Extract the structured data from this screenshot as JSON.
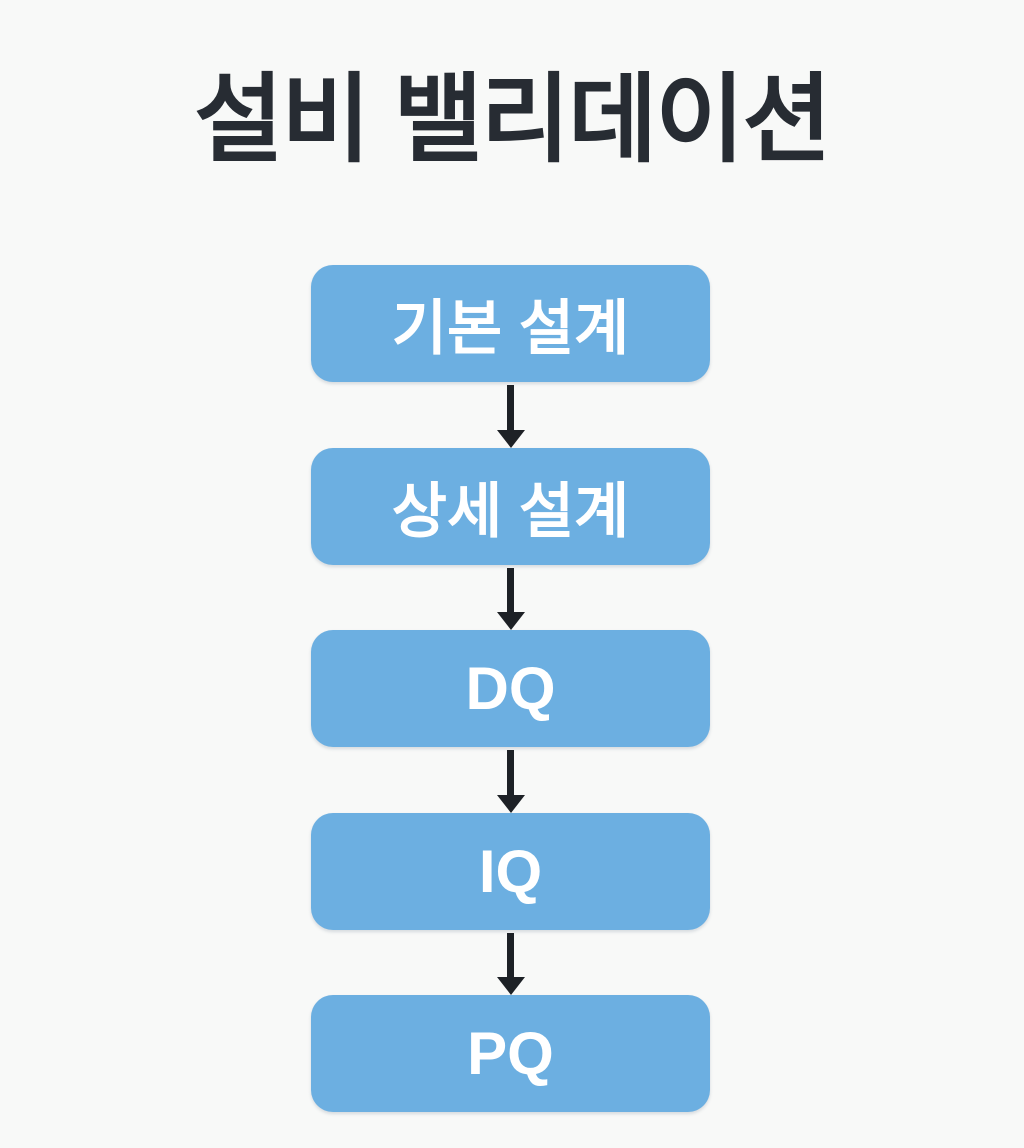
{
  "title": "설비 밸리데이션",
  "steps": [
    {
      "label": "기본 설계"
    },
    {
      "label": "상세 설계"
    },
    {
      "label": "DQ"
    },
    {
      "label": "IQ"
    },
    {
      "label": "PQ"
    }
  ],
  "colors": {
    "background": "#f8f9f8",
    "box_fill": "#6cafe1",
    "box_text": "#ffffff",
    "title_text": "#272c33",
    "arrow": "#1d2126"
  }
}
